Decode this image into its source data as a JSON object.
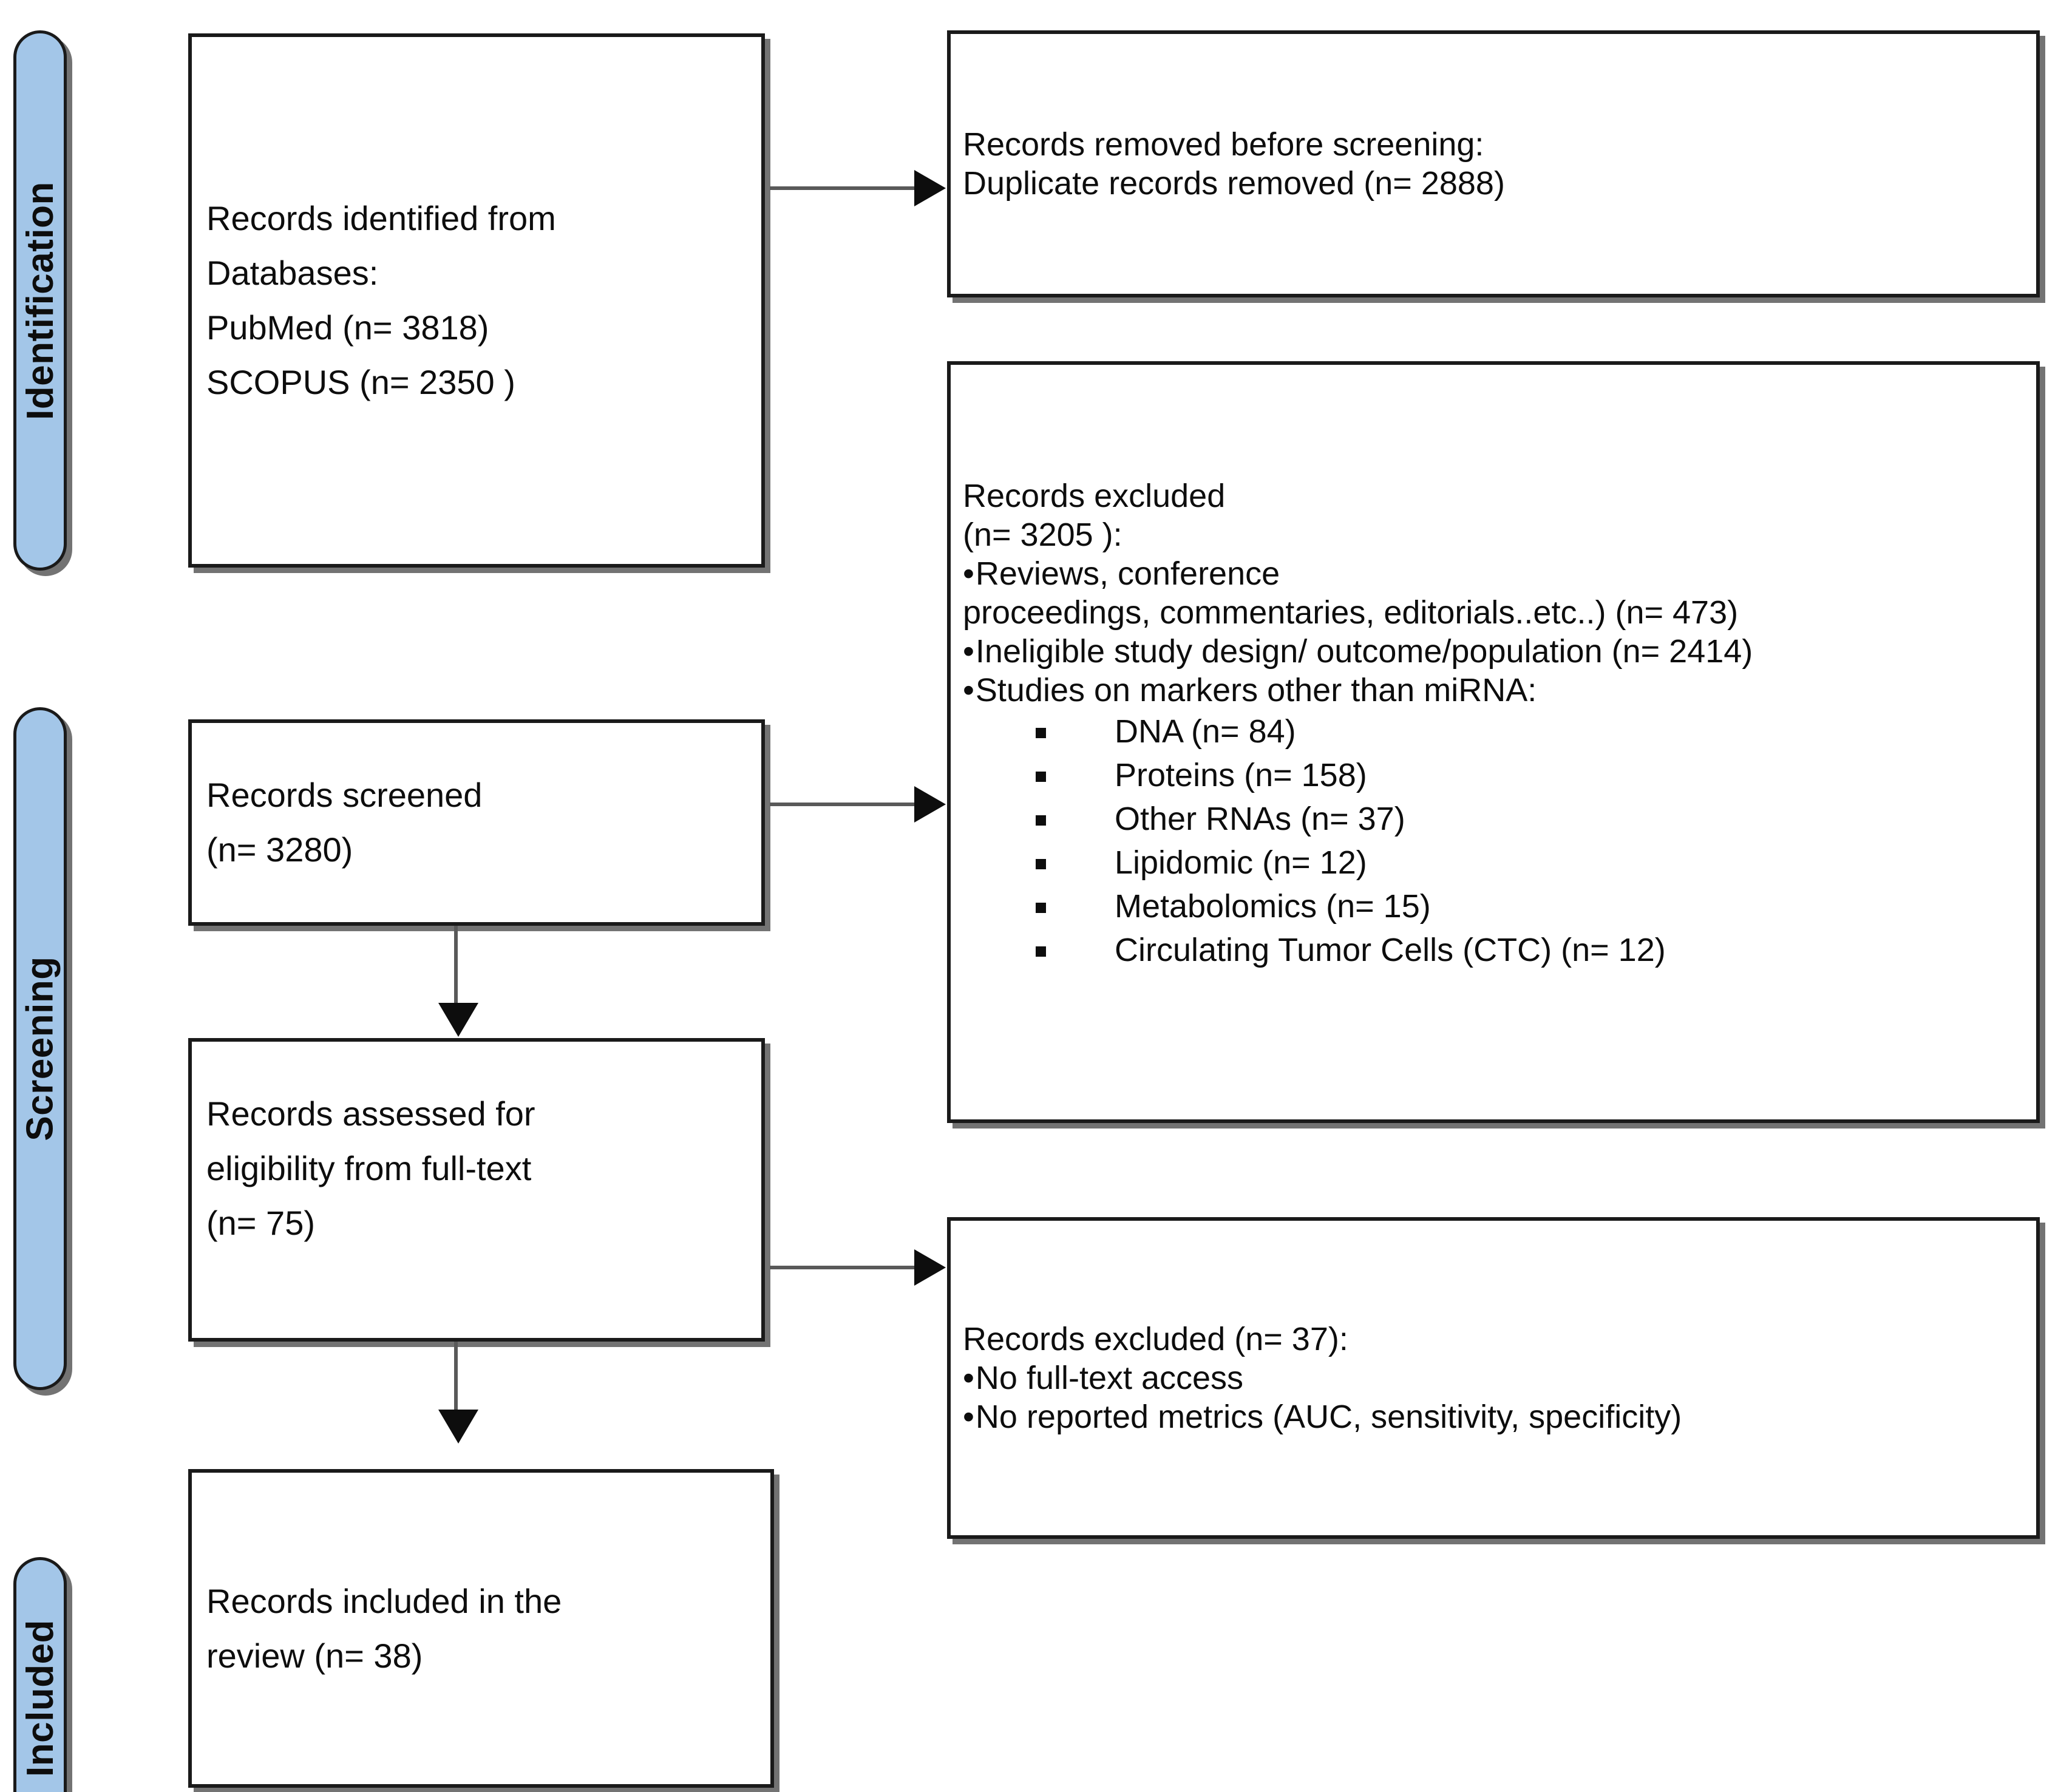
{
  "diagram": {
    "type": "prisma-flow-diagram",
    "accent_blue": "#A3C6E8",
    "border_color": "#1a1a1a",
    "connector_color": "#595959"
  },
  "stages": [
    {
      "id": "identification",
      "label": "Identification"
    },
    {
      "id": "screening",
      "label": "Screening"
    },
    {
      "id": "included",
      "label": "Included"
    }
  ],
  "boxes": {
    "identified": {
      "lines": [
        "Records identified from",
        "Databases:",
        "PubMed (n= 3818)",
        "SCOPUS (n= 2350 )"
      ]
    },
    "duplicates_removed": {
      "lines": [
        "Records removed before screening:",
        "Duplicate records removed  (n= 2888)"
      ]
    },
    "screened": {
      "lines": [
        "Records screened",
        "(n= 3280)"
      ]
    },
    "excluded_screening": {
      "heading": [
        "Records excluded",
        "(n= 3205 ):"
      ],
      "bullets": [
        "Reviews, conference",
        "Ineligible study design/ outcome/population  (n= 2414)",
        "Studies on markers other than miRNA:"
      ],
      "wrap_line": "proceedings, commentaries, editorials..etc..) (n= 473)",
      "sub_bullets": [
        "DNA (n= 84)",
        "Proteins (n= 158)",
        "Other RNAs (n= 37)",
        "Lipidomic (n= 12)",
        "Metabolomics (n= 15)",
        "Circulating Tumor Cells (CTC) (n= 12)"
      ]
    },
    "assessed": {
      "lines": [
        "Records assessed for",
        "eligibility from full-text",
        "(n= 75)"
      ]
    },
    "excluded_fulltext": {
      "heading": "Records excluded (n= 37):",
      "bullets": [
        "No full-text access",
        "No reported metrics (AUC, sensitivity, specificity)"
      ]
    },
    "included_review": {
      "lines": [
        "Records included in the",
        "review (n= 38)"
      ]
    }
  }
}
